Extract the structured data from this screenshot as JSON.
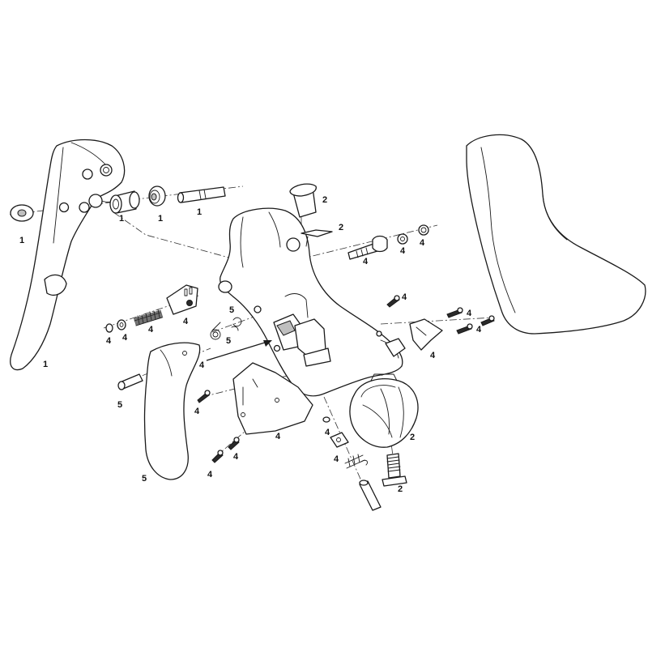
{
  "callouts": [
    {
      "text": "1"
    },
    {
      "text": "1"
    },
    {
      "text": "1"
    },
    {
      "text": "1"
    },
    {
      "text": "1"
    },
    {
      "text": "2"
    },
    {
      "text": "2"
    },
    {
      "text": "2"
    },
    {
      "text": "2"
    },
    {
      "text": "4"
    },
    {
      "text": "4"
    },
    {
      "text": "4"
    },
    {
      "text": "4"
    },
    {
      "text": "4"
    },
    {
      "text": "4"
    },
    {
      "text": "4"
    },
    {
      "text": "4"
    },
    {
      "text": "4"
    },
    {
      "text": "4"
    },
    {
      "text": "4"
    },
    {
      "text": "4"
    },
    {
      "text": "4"
    },
    {
      "text": "4"
    },
    {
      "text": "4"
    },
    {
      "text": "4"
    },
    {
      "text": "4"
    },
    {
      "text": "4"
    },
    {
      "text": "5"
    },
    {
      "text": "5"
    },
    {
      "text": "5"
    },
    {
      "text": "5"
    }
  ]
}
